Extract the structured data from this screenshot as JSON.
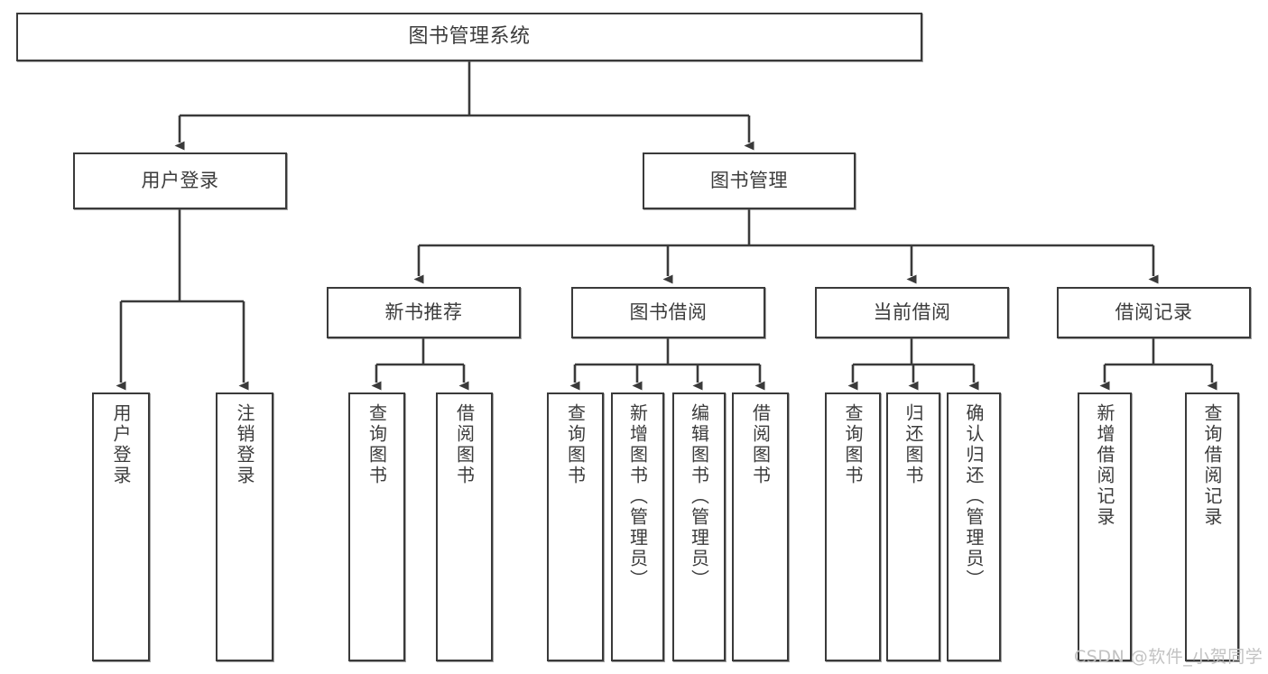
{
  "diagram": {
    "title": "图书管理系统",
    "type": "hierarchy-tree",
    "colors": {
      "box_border": "#3a3a3a",
      "box_fill": "#ffffff",
      "text": "#3c3c3c",
      "connector": "#3a3a3a",
      "watermark": "#c2c2c2",
      "background": "#ffffff"
    },
    "root": {
      "label": "图书管理系统"
    },
    "level2": [
      {
        "label": "用户登录"
      },
      {
        "label": "图书管理"
      }
    ],
    "level3": [
      {
        "label": "新书推荐"
      },
      {
        "label": "图书借阅"
      },
      {
        "label": "当前借阅"
      },
      {
        "label": "借阅记录"
      }
    ],
    "leaves": {
      "user_login": [
        {
          "label": "用户登录"
        },
        {
          "label": "注销登录"
        }
      ],
      "new_book_recommend": [
        {
          "label": "查询图书"
        },
        {
          "label": "借阅图书"
        }
      ],
      "book_borrow": [
        {
          "label": "查询图书"
        },
        {
          "label": "新增图书（管理员）"
        },
        {
          "label": "编辑图书（管理员）"
        },
        {
          "label": "借阅图书"
        }
      ],
      "current_borrow": [
        {
          "label": "查询图书"
        },
        {
          "label": "归还图书"
        },
        {
          "label": "确认归还（管理员）"
        }
      ],
      "borrow_record": [
        {
          "label": "新增借阅记录"
        },
        {
          "label": "查询借阅记录"
        }
      ]
    },
    "watermark": "CSDN @软件_小贺同学"
  }
}
